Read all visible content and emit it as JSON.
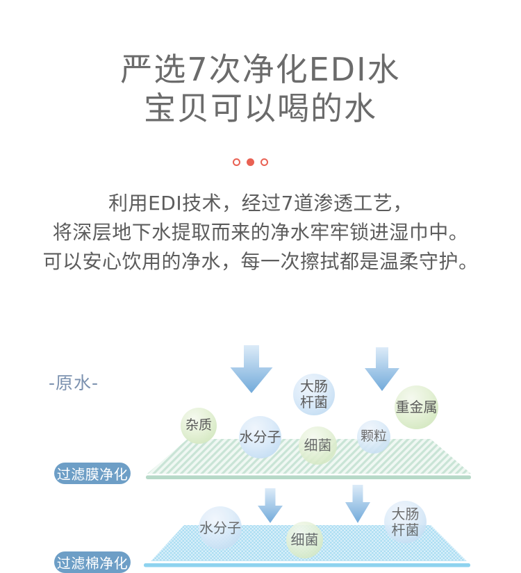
{
  "headline": {
    "line1": "严选7次净化EDI水",
    "line2": "宝贝可以喝的水"
  },
  "carousel_dots": {
    "count": 3,
    "active_index": 1,
    "color": "#e96153"
  },
  "paragraph": {
    "line1": "利用EDI技术，经过7道渗透工艺，",
    "line2": "将深层地下水提取而来的净水牢牢锁进湿巾中。",
    "line3": "可以安心饮用的净水，每一次擦拭都是温柔守护。"
  },
  "diagram": {
    "source_label": "-原水-",
    "stage1": {
      "badge": "过滤膜净化",
      "bubbles": [
        {
          "label": "杂质",
          "type": "green"
        },
        {
          "label": "水分子",
          "type": "blue"
        },
        {
          "label": "大肠杆菌",
          "type": "blue"
        },
        {
          "label": "细菌",
          "type": "green"
        },
        {
          "label": "颗粒",
          "type": "blue"
        },
        {
          "label": "重金属",
          "type": "green"
        }
      ]
    },
    "stage2": {
      "badge": "过滤棉净化",
      "bubbles": [
        {
          "label": "水分子",
          "type": "blue"
        },
        {
          "label": "细菌",
          "type": "green"
        },
        {
          "label": "大肠杆菌",
          "type": "blue"
        }
      ]
    },
    "colors": {
      "accent_red": "#e96153",
      "badge_blue": "#6d9ec6",
      "source_label_blue": "#7b91af",
      "arrow_blue": "#74abdb",
      "membrane1_stripe_green": "#c9e4d6",
      "membrane1_edge_green": "#b7d9c8",
      "membrane2_check_blue": "#abdef2",
      "membrane2_edge_blue": "#8ed3ef",
      "bubble_green": "#cbe3b6",
      "bubble_blue": "#b9d7f0",
      "text_gray": "#5c5c5c"
    }
  }
}
